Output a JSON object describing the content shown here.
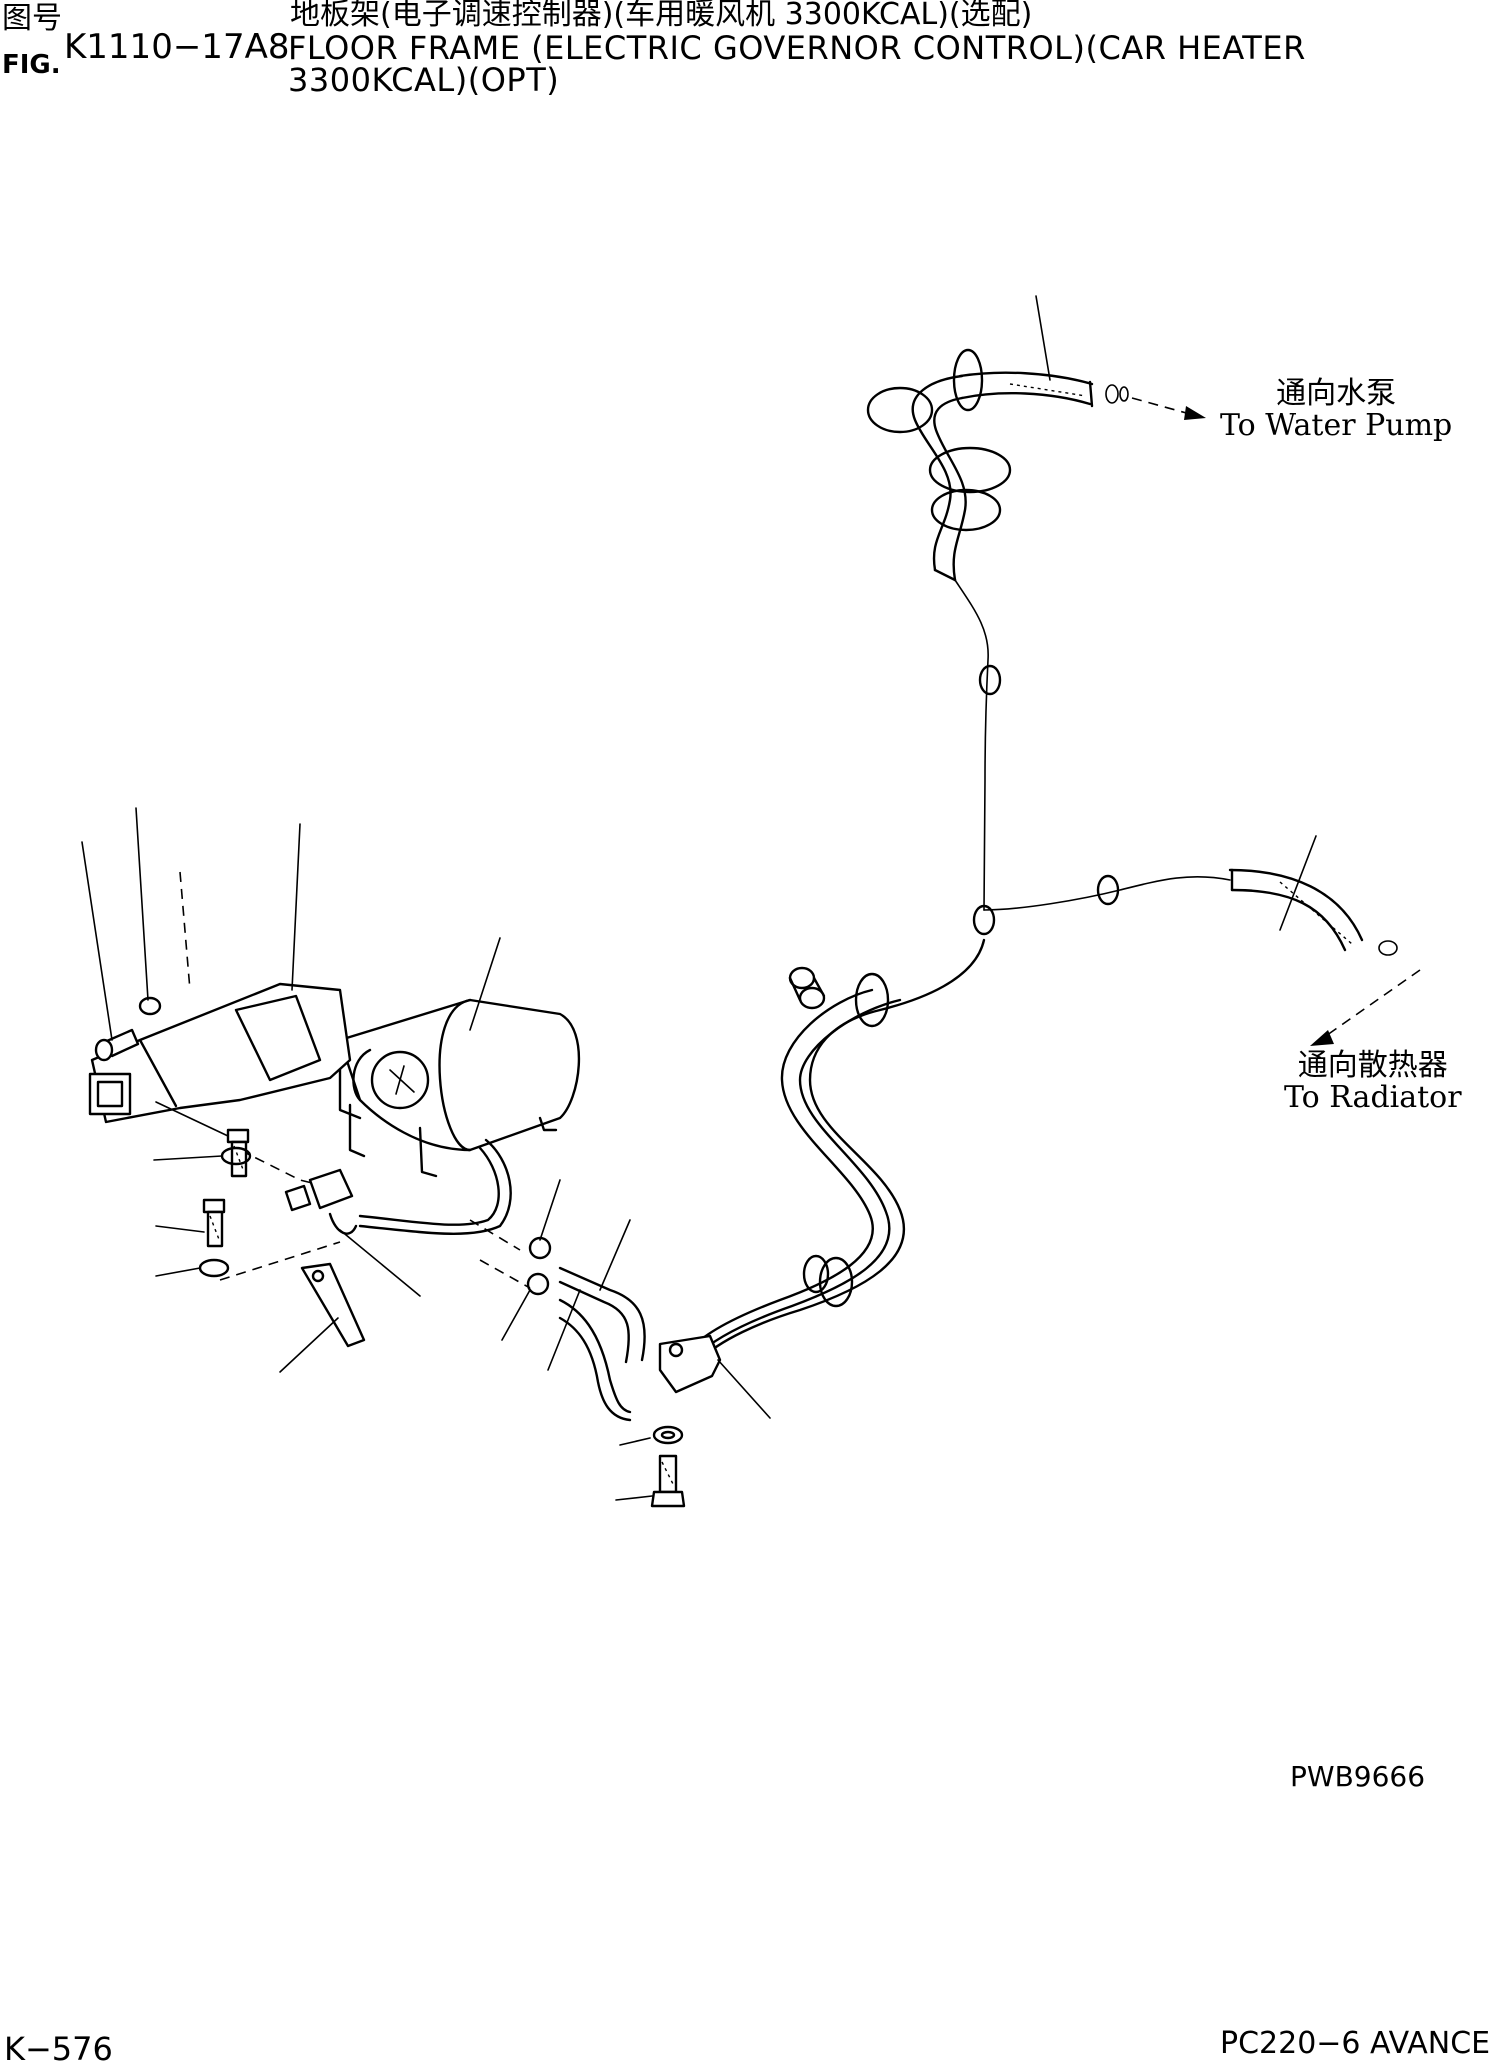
{
  "header": {
    "fig_label_cn": "图号",
    "fig_label_en": "FIG.",
    "fig_code": "K1110−17A8",
    "title_cn": "地板架(电子调速控制器)(车用暖风机 3300KCAL)(选配)",
    "title_en_line1": "FLOOR FRAME (ELECTRIC GOVERNOR CONTROL)(CAR HEATER",
    "title_en_line2": "3300KCAL)(OPT)"
  },
  "destinations": {
    "water_pump_cn": "通向水泵",
    "water_pump_en": "To Water Pump",
    "radiator_cn": "通向散热器",
    "radiator_en": "To Radiator"
  },
  "drawing_code": "PWB9666",
  "footer": {
    "page": "K−576",
    "model": "PC220−6 AVANCE"
  }
}
